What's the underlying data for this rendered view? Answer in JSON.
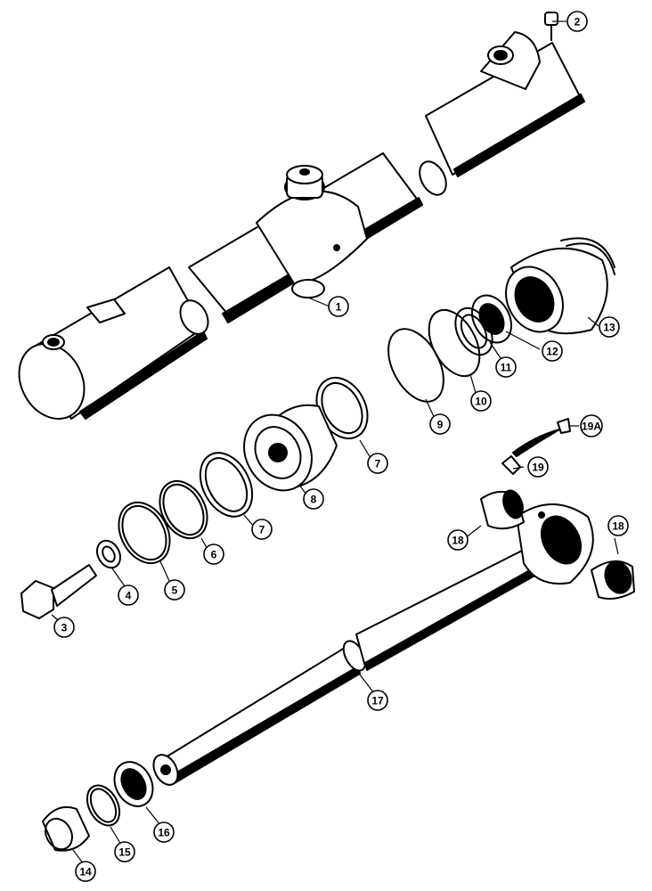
{
  "callouts": [
    {
      "id": "c2",
      "label": "2"
    },
    {
      "id": "c1",
      "label": "1"
    },
    {
      "id": "c13",
      "label": "13"
    },
    {
      "id": "c12",
      "label": "12"
    },
    {
      "id": "c11",
      "label": "11"
    },
    {
      "id": "c10",
      "label": "10"
    },
    {
      "id": "c9",
      "label": "9"
    },
    {
      "id": "c19a",
      "label": "19A"
    },
    {
      "id": "c7a",
      "label": "7"
    },
    {
      "id": "c8",
      "label": "8"
    },
    {
      "id": "c7b",
      "label": "7"
    },
    {
      "id": "c19",
      "label": "19"
    },
    {
      "id": "c6",
      "label": "6"
    },
    {
      "id": "c5",
      "label": "5"
    },
    {
      "id": "c4",
      "label": "4"
    },
    {
      "id": "c3",
      "label": "3"
    },
    {
      "id": "c18a",
      "label": "18"
    },
    {
      "id": "c18b",
      "label": "18"
    },
    {
      "id": "c17",
      "label": "17"
    },
    {
      "id": "c16",
      "label": "16"
    },
    {
      "id": "c15",
      "label": "15"
    },
    {
      "id": "c14",
      "label": "14"
    }
  ]
}
